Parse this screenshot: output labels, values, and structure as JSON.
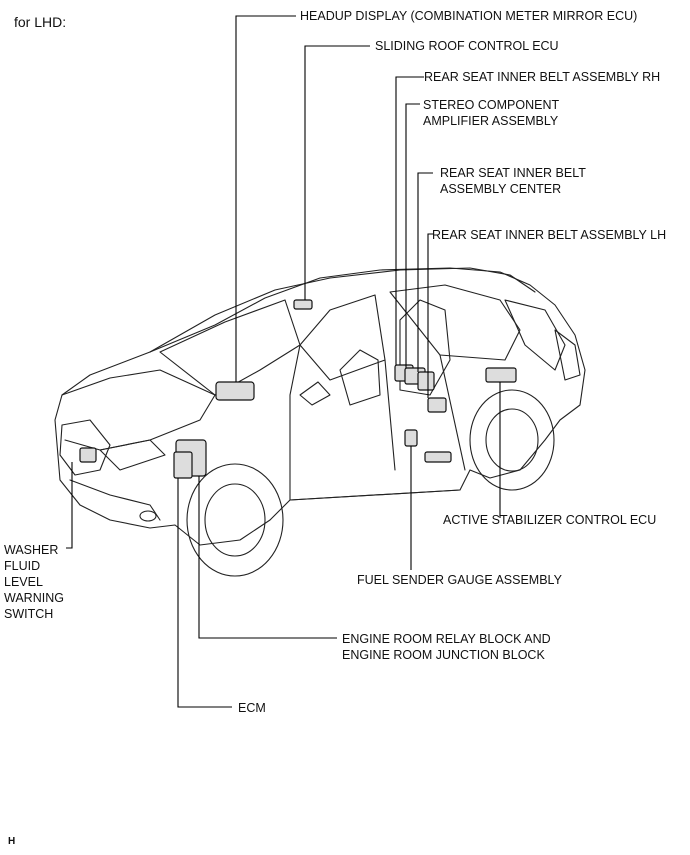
{
  "header": {
    "region": "for LHD:"
  },
  "callouts": {
    "hud": "HEADUP DISPLAY (COMBINATION METER MIRROR ECU)",
    "roof": "SLIDING ROOF CONTROL ECU",
    "rh": "REAR SEAT INNER BELT ASSEMBLY RH",
    "stereo": "STEREO COMPONENT\nAMPLIFIER ASSEMBLY",
    "center": "REAR SEAT INNER BELT\nASSEMBLY CENTER",
    "lh": "REAR SEAT INNER BELT ASSEMBLY LH",
    "active": "ACTIVE STABILIZER CONTROL ECU",
    "fuel": "FUEL SENDER GAUGE ASSEMBLY",
    "relay": "ENGINE ROOM RELAY BLOCK AND\nENGINE ROOM JUNCTION BLOCK",
    "ecm": "ECM",
    "washer": "WASHER\nFLUID\nLEVEL\nWARNING\nSWITCH"
  },
  "footer": {
    "mark": "H"
  }
}
